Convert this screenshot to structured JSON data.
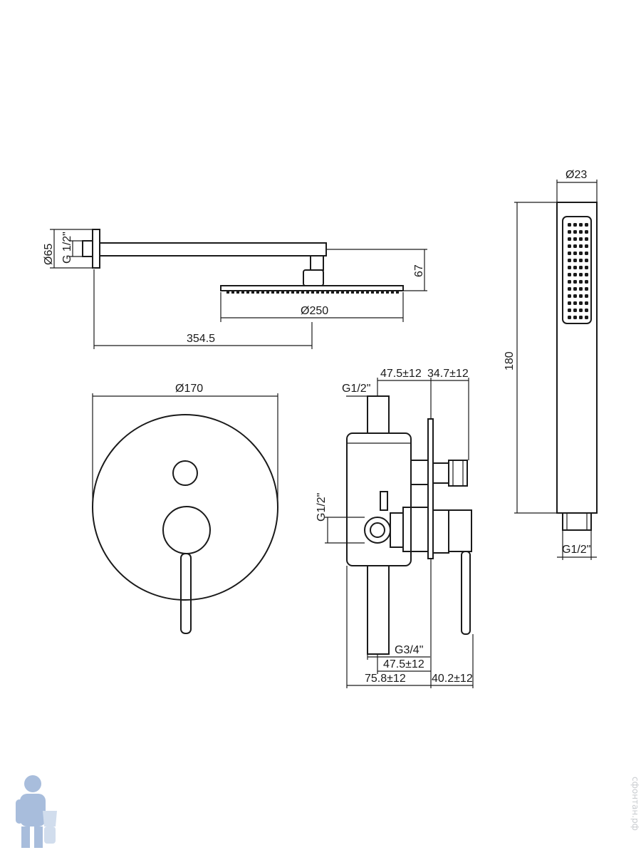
{
  "shower_arm": {
    "flange_diameter": "Ø65",
    "thread": "G 1/2\"",
    "head_height": "67",
    "head_diameter": "Ø250",
    "projection": "354.5"
  },
  "hand_shower": {
    "diameter": "Ø23",
    "length": "180",
    "thread": "G1/2\""
  },
  "cover_plate": {
    "diameter": "Ø170"
  },
  "mixer_body": {
    "top_depth_1": "47.5±12",
    "top_depth_2": "34.7±12",
    "inlet_top": "G1/2\"",
    "inlet_side": "G1/2\"",
    "outlet_bottom": "G3/4\"",
    "bottom_depth_1": "47.5±12",
    "bottom_depth_2": "75.8±12",
    "bottom_depth_3": "40.2±12"
  },
  "watermark": {
    "site": "сфонтан.рф",
    "logo": "plumber-mascot-icon"
  },
  "colors": {
    "line": "#1a1a1a",
    "watermark": "#c9ccd0",
    "mascot": "#3f6fb3"
  }
}
